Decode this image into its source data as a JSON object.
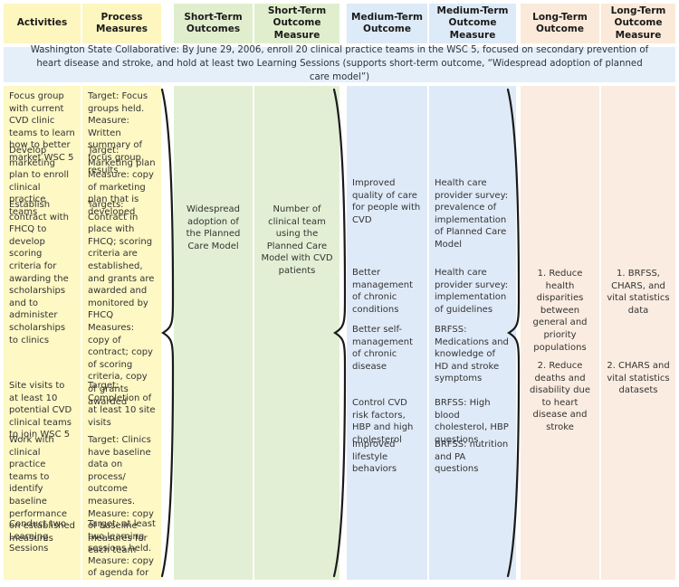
{
  "header": {
    "columns": [
      {
        "id": "activities",
        "label": "Activities",
        "color": "#fdf6bf"
      },
      {
        "id": "process-measures",
        "label": "Process\nMeasures",
        "color": "#fdf6bf"
      },
      {
        "id": "short-term-outcomes",
        "label": "Short-Term\nOutcomes",
        "color": "#e0eecd"
      },
      {
        "id": "short-term-outcome-measure",
        "label": "Short-Term\nOutcome\nMeasure",
        "color": "#e0eecd"
      },
      {
        "id": "medium-term-outcome",
        "label": "Medium-Term\nOutcome",
        "color": "#ddeaf7"
      },
      {
        "id": "medium-term-outcome-measure",
        "label": "Medium-Term\nOutcome\nMeasure",
        "color": "#ddeaf7"
      },
      {
        "id": "long-term-outcome",
        "label": "Long-Term\nOutcome",
        "color": "#fbead9"
      },
      {
        "id": "long-term-outcome-measure",
        "label": "Long-Term\nOutcome\nMeasure",
        "color": "#fbead9"
      }
    ]
  },
  "banner": {
    "text": "Washington State Collaborative: By June 29, 2006, enroll 20 clinical practice teams in the WSC 5, focused on secondary prevention of heart disease and stroke, and hold at least two Learning Sessions (supports short-term outcome, “Widespread adoption of planned care model”)",
    "background": "#e4effa"
  },
  "activities": [
    "Focus group with current CVD clinic teams to learn how to better market WSC 5",
    "Develop marketing plan to enroll clinical practice teams",
    "Establish contract with FHCQ to develop scoring criteria for awarding the scholarships and to administer scholarships to clinics",
    "Site visits to at least 10 potential CVD clinical teams to join WSC 5",
    "Work with clinical practice teams to identify baseline performance on established measures",
    "Conduct two Learning Sessions"
  ],
  "process_measures": [
    "Target: Focus groups held. Measure: Written summary of focus group results",
    "Target: Marketing plan Measure: copy of marketing plan that is developed",
    "Targets: Contract in place with FHCQ; scoring criteria are established, and grants are awarded and monitored by FHCQ Measures: copy of contract; copy of scoring criteria, copy of grants awarded",
    "Target: Completion of at least 10 site visits",
    "Target: Clinics have baseline data on process/ outcome measures. Measure: copy of baseline measures for each team",
    "Target: at least two learning sessions held. Measure: copy of agenda for learning session"
  ],
  "short_term_outcomes": [
    "Widespread adoption of the Planned Care Model"
  ],
  "short_term_outcome_measures": [
    "Number of clinical team using the Planned Care Model with CVD patients"
  ],
  "medium_term_outcomes": [
    "Improved quality of care for people with CVD",
    "Better management of chronic conditions",
    "Better self-management of chronic disease",
    "Control CVD risk factors, HBP and high cholesterol",
    "Improved lifestyle behaviors"
  ],
  "medium_term_outcome_measures": [
    "Health care provider survey: prevalence of implementation of Planned Care Model",
    "Health care provider survey: implementation of guidelines",
    "BRFSS: Medications and knowledge of HD and stroke symptoms",
    "BRFSS: High blood cholesterol, HBP questions",
    "BRFSS: nutrition and PA questions"
  ],
  "long_term_outcomes": [
    "1. Reduce health disparities between general and priority populations",
    "2. Reduce deaths and disability due to heart disease and stroke"
  ],
  "long_term_outcome_measures": [
    "1. BRFSS, CHARS, and vital statistics data",
    "2. CHARS and vital statistics datasets"
  ],
  "connectors": [
    {
      "name": "brace-activities-to-short-term"
    },
    {
      "name": "brace-short-term-to-medium-term"
    },
    {
      "name": "brace-medium-term-to-long-term"
    }
  ]
}
